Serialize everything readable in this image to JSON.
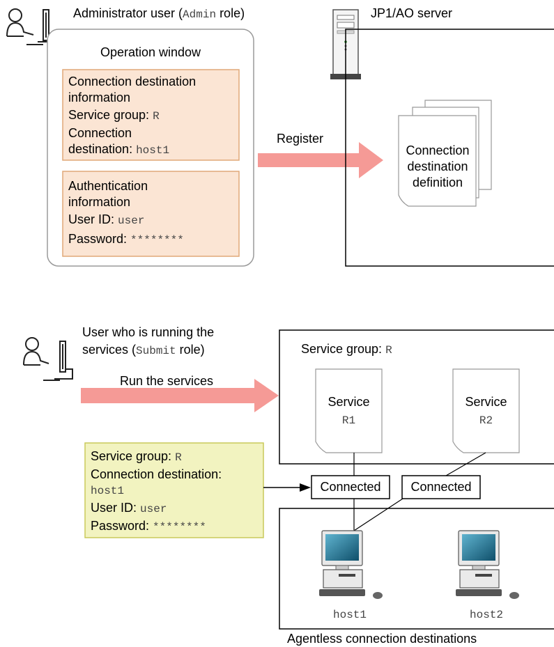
{
  "admin": {
    "title_prefix": "Administrator user (",
    "title_role": "Admin",
    "title_suffix": " role)"
  },
  "operation_window": {
    "title": "Operation window",
    "connection_info": {
      "heading_line1": "Connection destination",
      "heading_line2": "information",
      "service_group_label": "Service group: ",
      "service_group_value": "R",
      "dest_label_line1": "Connection",
      "dest_label_line2": "destination: ",
      "dest_value": "host1"
    },
    "auth_info": {
      "heading_line1": "Authentication",
      "heading_line2": "information",
      "user_id_label": "User ID: ",
      "user_id_value": "user",
      "password_label": "Password: ",
      "password_value": "********"
    }
  },
  "register_label": "Register",
  "server": {
    "title": "JP1/AO server",
    "definition_line1": "Connection",
    "definition_line2": "destination",
    "definition_line3": "definition"
  },
  "submit_user": {
    "line1": "User who is running the",
    "line2_prefix": "services (",
    "line2_role": "Submit",
    "line2_suffix": " role)"
  },
  "run_label": "Run the services",
  "service_group": {
    "label": "Service group: ",
    "value": "R",
    "services": [
      {
        "label": "Service",
        "id": "R1"
      },
      {
        "label": "Service",
        "id": "R2"
      }
    ]
  },
  "connected_labels": [
    "Connected",
    "Connected"
  ],
  "info_note": {
    "service_group_label": "Service group: ",
    "service_group_value": "R",
    "dest_label": "Connection destination:",
    "dest_value": "host1",
    "user_id_label": "User ID: ",
    "user_id_value": "user",
    "password_label": "Password: ",
    "password_value": "********"
  },
  "hosts": [
    "host1",
    "host2"
  ],
  "agentless_label": "Agentless connection destinations",
  "colors": {
    "orange_box_fill": "#fbe5d4",
    "orange_box_border": "#e0a878",
    "note_fill": "#f2f3c0",
    "note_border": "#c9c95a",
    "arrow": "#f59a96",
    "monitor_screen": "#1e6b8a"
  }
}
